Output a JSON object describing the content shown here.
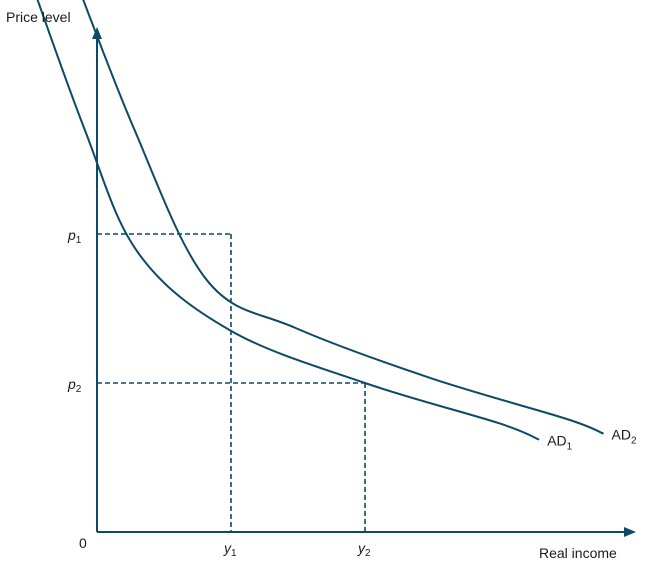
{
  "chart_data": {
    "type": "line",
    "ylabel": "Price level",
    "xlabel": "Real income",
    "origin_label": "0",
    "x_ticks": [
      {
        "base": "y",
        "sub": "1",
        "value": 1
      },
      {
        "base": "y",
        "sub": "2",
        "value": 2
      }
    ],
    "y_ticks": [
      {
        "base": "p",
        "sub": "1",
        "value": 2
      },
      {
        "base": "p",
        "sub": "2",
        "value": 1
      }
    ],
    "series": [
      {
        "name": "AD1",
        "base": "AD",
        "sub": "1",
        "points": [
          [
            -0.6,
            3.97
          ],
          [
            -0.1,
            2.72
          ],
          [
            0.31,
            1.87
          ],
          [
            1.0,
            1.35
          ],
          [
            2.0,
            1.0
          ],
          [
            3.0,
            0.73
          ],
          [
            3.3,
            0.62
          ]
        ]
      },
      {
        "name": "AD2",
        "base": "AD",
        "sub": "2",
        "points": [
          [
            -0.27,
            3.97
          ],
          [
            0.27,
            2.72
          ],
          [
            0.82,
            1.69
          ],
          [
            1.48,
            1.37
          ],
          [
            2.5,
            1.03
          ],
          [
            3.5,
            0.76
          ],
          [
            3.78,
            0.66
          ]
        ]
      }
    ],
    "guides": [
      {
        "x": 1,
        "y": 2
      },
      {
        "x": 2,
        "y": 1
      }
    ],
    "colors": {
      "curve": "#0c4a66",
      "axis": "#0c4a66",
      "guide": "#0c4a66"
    }
  }
}
